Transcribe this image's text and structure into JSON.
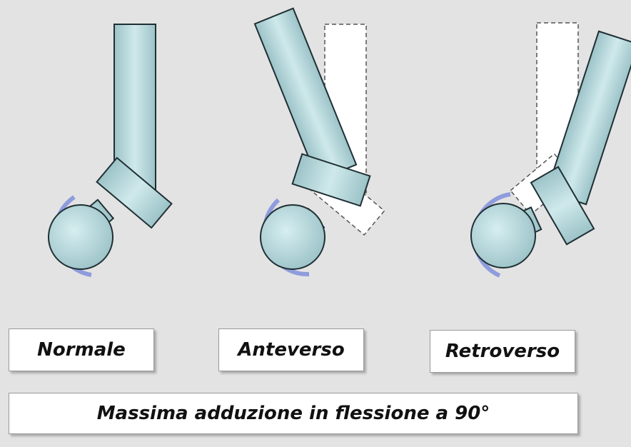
{
  "labels": {
    "normal": "Normale",
    "anteverso": "Anteverso",
    "retroverso": "Retroverso"
  },
  "caption": "Massima adduzione in flessione a 90°",
  "colors": {
    "background": "#e3e3e3",
    "bone_fill": "#b9dade",
    "bone_stroke": "#1f2f33",
    "acetabulum": "#8f9cdc",
    "reference_outline": "#555555"
  }
}
